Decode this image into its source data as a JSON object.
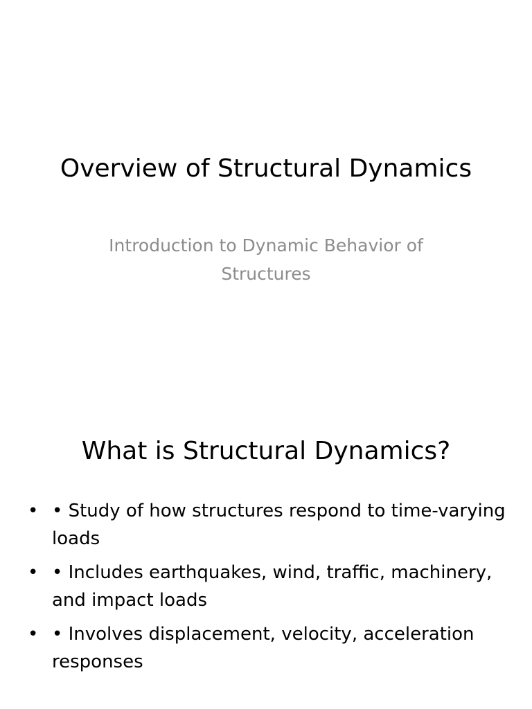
{
  "slides": [
    {
      "title": "Overview of Structural Dynamics",
      "subtitle": "Introduction to Dynamic Behavior of Structures"
    },
    {
      "title": "What is Structural Dynamics?",
      "bullet_marker": "•",
      "bullets": [
        "• Study of how structures respond to time-varying loads",
        "• Includes earthquakes, wind, traffic, machinery, and impact loads",
        "• Involves displacement, velocity, acceleration responses"
      ]
    }
  ]
}
